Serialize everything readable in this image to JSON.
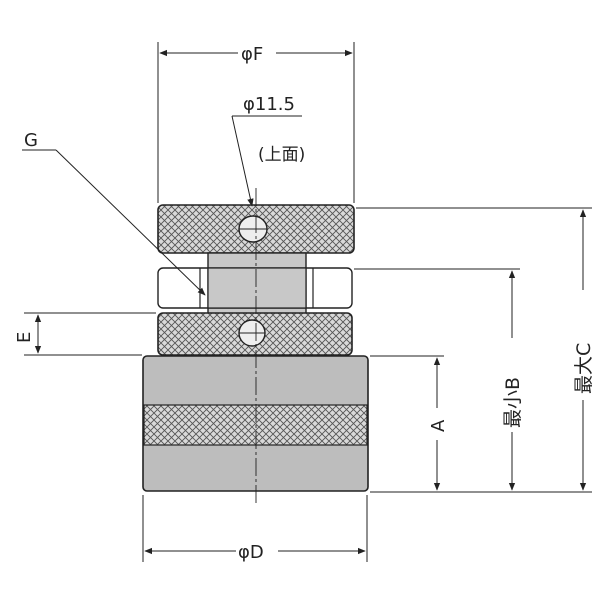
{
  "labels": {
    "phi_f": "φF",
    "phi_11_5": "φ11.5",
    "top_face": "(上面)",
    "g": "G",
    "e": "E",
    "a": "A",
    "min_b": "最小B",
    "max_c": "最大C",
    "phi_d": "φD"
  },
  "colors": {
    "line": "#222222",
    "knurl_fill": "#d6d6d6",
    "body_fill": "#bdbdbd",
    "shaft_fill": "#c8c8c8",
    "nut_fill": "#f2f2f2",
    "bg": "#ffffff"
  }
}
